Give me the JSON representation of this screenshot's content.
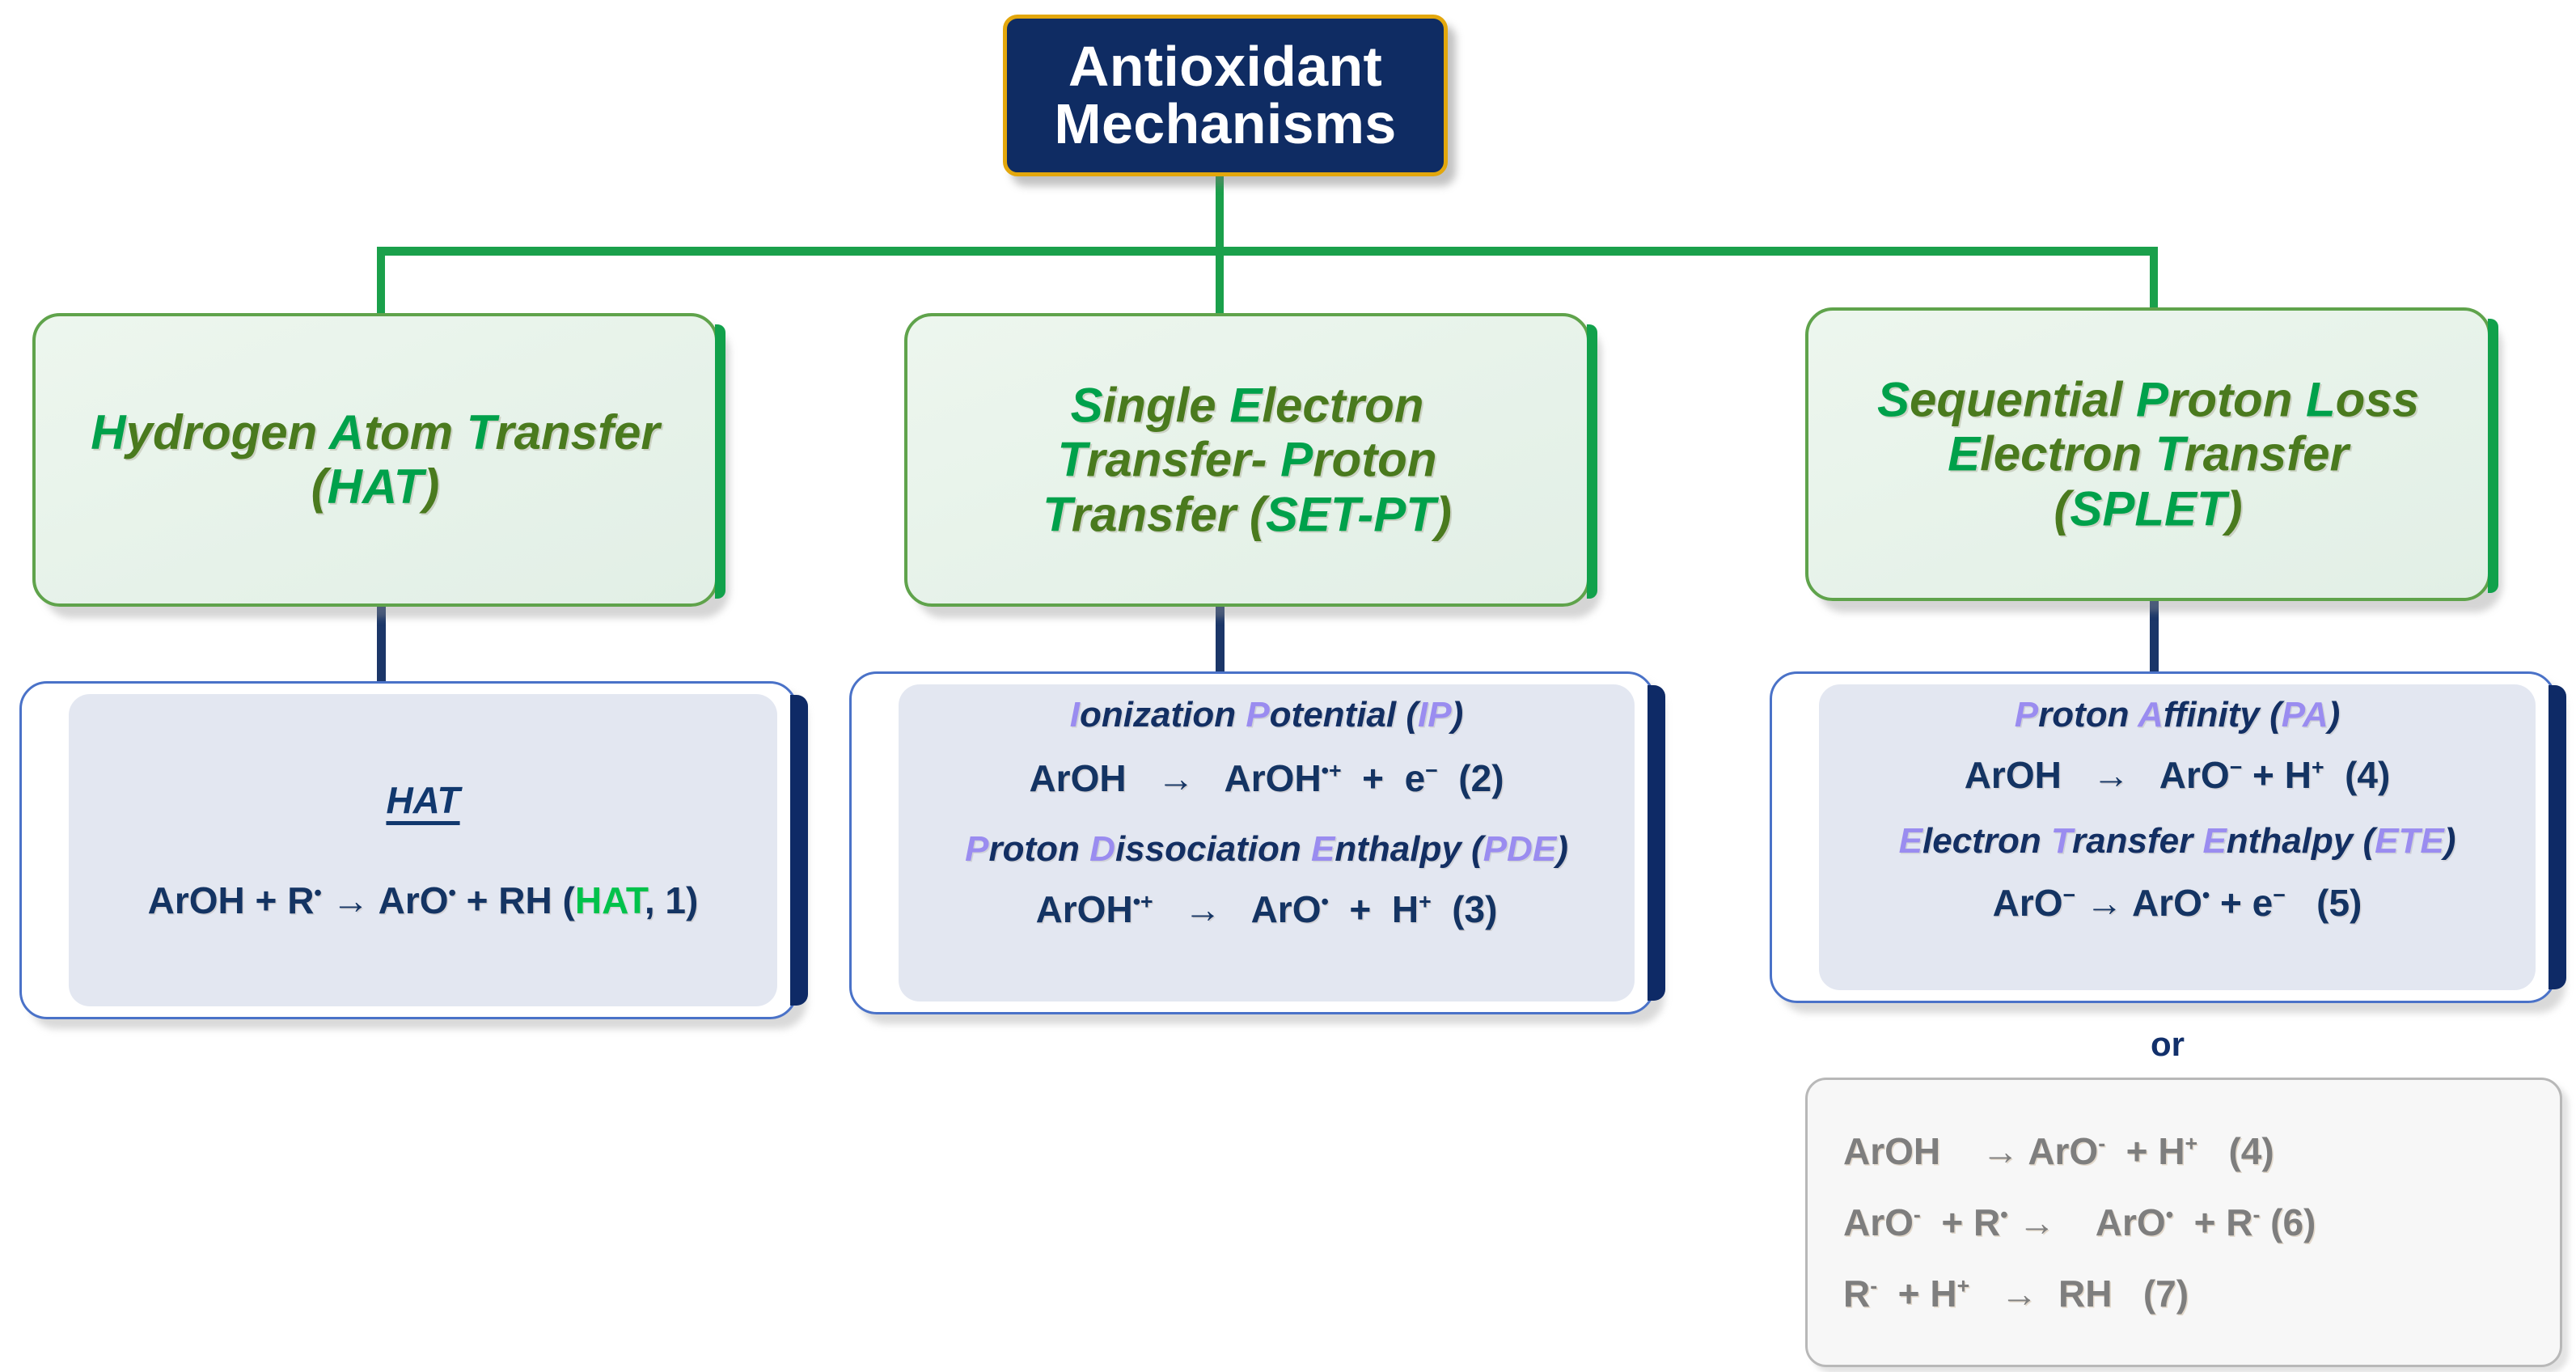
{
  "title": {
    "line1": "Antioxidant",
    "line2": "Mechanisms",
    "fill": "#0F2C63",
    "border": "#E3A70C",
    "text_color": "#FFFFFF"
  },
  "colors": {
    "connector_green": "#1AA04B",
    "connector_navy": "#1B3668",
    "green_box_fill": "#E8F3EA",
    "green_box_border": "#5FA34B",
    "green_caps": "#00A14B",
    "green_lower": "#4A7A1E",
    "blue_box_fill": "#E3E7F1",
    "blue_box_border": "#4A72C8",
    "blue_box_bar": "#0E2A66",
    "equation_navy": "#143463",
    "accent_purple": "#9A8CF0",
    "accent_green": "#00C24B",
    "grey_box_fill": "#F7F7F7",
    "grey_box_border": "#B8B8B8",
    "grey_text": "#7E7E7E"
  },
  "mechanisms": [
    {
      "id": "hat",
      "name": "Hydrogen Atom Transfer (HAT)",
      "title_parts": [
        {
          "t": "H",
          "caps": true
        },
        {
          "t": "ydrogen ",
          "caps": false
        },
        {
          "t": "A",
          "caps": true
        },
        {
          "t": "tom ",
          "caps": false
        },
        {
          "t": "T",
          "caps": true
        },
        {
          "t": "ransfer",
          "caps": false
        }
      ],
      "title_line2": [
        {
          "t": "(",
          "caps": false
        },
        {
          "t": "HAT",
          "caps": true
        },
        {
          "t": ")",
          "caps": false
        }
      ]
    },
    {
      "id": "setpt",
      "name": "Single Electron Transfer- Proton Transfer (SET-PT)",
      "title_parts": [
        {
          "t": "S",
          "caps": true
        },
        {
          "t": "ingle ",
          "caps": false
        },
        {
          "t": "E",
          "caps": true
        },
        {
          "t": "lectron",
          "caps": false
        }
      ],
      "title_line2": [
        {
          "t": "T",
          "caps": true
        },
        {
          "t": "ransfer- ",
          "caps": false
        },
        {
          "t": "P",
          "caps": true
        },
        {
          "t": "roton",
          "caps": false
        }
      ],
      "title_line3": [
        {
          "t": "T",
          "caps": true
        },
        {
          "t": "ransfer (",
          "caps": false
        },
        {
          "t": "SET-PT",
          "caps": true
        },
        {
          "t": ")",
          "caps": false
        }
      ]
    },
    {
      "id": "splet",
      "name": "Sequential Proton Loss Electron Transfer (SPLET)",
      "title_parts": [
        {
          "t": "S",
          "caps": true
        },
        {
          "t": "equential ",
          "caps": false
        },
        {
          "t": "P",
          "caps": true
        },
        {
          "t": "roton ",
          "caps": false
        },
        {
          "t": "L",
          "caps": true
        },
        {
          "t": "oss",
          "caps": false
        }
      ],
      "title_line2": [
        {
          "t": "E",
          "caps": true
        },
        {
          "t": "lectron ",
          "caps": false
        },
        {
          "t": "T",
          "caps": true
        },
        {
          "t": "ransfer",
          "caps": false
        }
      ],
      "title_line3": [
        {
          "t": "(",
          "caps": false
        },
        {
          "t": "SPLET",
          "caps": true
        },
        {
          "t": ")",
          "caps": false
        }
      ]
    }
  ],
  "hat_box": {
    "heading": "HAT",
    "equation_html": "ArOH + R<sup>•</sup> &rarr; ArO<sup>•</sup> + RH (<span class=\"grn\">HAT</span>, 1)",
    "equation_text": "ArOH + R• → ArO• + RH (HAT, 1)"
  },
  "setpt_box": {
    "header1_html": "<em>I</em>onization <em>P</em>otential (<em>IP</em>)",
    "header1_text": "Ionization Potential (IP)",
    "equation1_html": "ArOH &nbsp; &rarr; &nbsp; ArOH<sup>•+</sup> &nbsp;+&nbsp; e<sup>&minus;</sup> &nbsp;(2)",
    "equation1_text": "ArOH → ArOH•+ + e− (2)",
    "header2_html": "<em>P</em>roton <em>D</em>issociation <em>E</em>nthalpy (<em>PDE</em>)",
    "header2_text": "Proton Dissociation Enthalpy (PDE)",
    "equation2_html": "ArOH<sup>•+</sup> &nbsp; &rarr; &nbsp; ArO<sup>•</sup> &nbsp;+&nbsp; H<sup>+</sup> &nbsp;(3)",
    "equation2_text": "ArOH•+ → ArO• + H+ (3)"
  },
  "splet_box": {
    "header1_html": "<em>P</em>roton <em>A</em>ffinity (<em>PA</em>)",
    "header1_text": "Proton Affinity (PA)",
    "equation1_html": "ArOH &nbsp; &rarr; &nbsp; ArO<sup>&minus;</sup> + H<sup>+</sup> &nbsp;(4)",
    "equation1_text": "ArOH → ArO− + H+ (4)",
    "header2_html": "<em>E</em>lectron <em>T</em>ransfer <em>E</em>nthalpy (<em>ETE</em>)",
    "header2_text": "Electron Transfer Enthalpy (ETE)",
    "equation2_html": "ArO<sup>&minus;</sup> &rarr; ArO<sup>•</sup> + e<sup>&minus;</sup> &nbsp;&nbsp;(5)",
    "equation2_text": "ArO− → ArO• + e− (5)"
  },
  "alternate": {
    "or_label": "or",
    "equations_html": [
      "ArOH &nbsp;&nbsp; &rarr; ArO<sup>-</sup> &nbsp;+ H<sup>+</sup> &nbsp;&nbsp;(4)",
      "ArO<sup>-</sup> &nbsp;+ R<sup>•</sup> &rarr; &nbsp;&nbsp; ArO<sup>•</sup> &nbsp;+ R<sup>-</sup> (6)",
      "R<sup>-</sup> &nbsp;+ H<sup>+</sup> &nbsp;&nbsp;&rarr; &nbsp;RH &nbsp;&nbsp;(7)"
    ],
    "equations_text": [
      "ArOH → ArO- + H+ (4)",
      "ArO- + R• → ArO• + R- (6)",
      "R- + H+ → RH (7)"
    ]
  }
}
